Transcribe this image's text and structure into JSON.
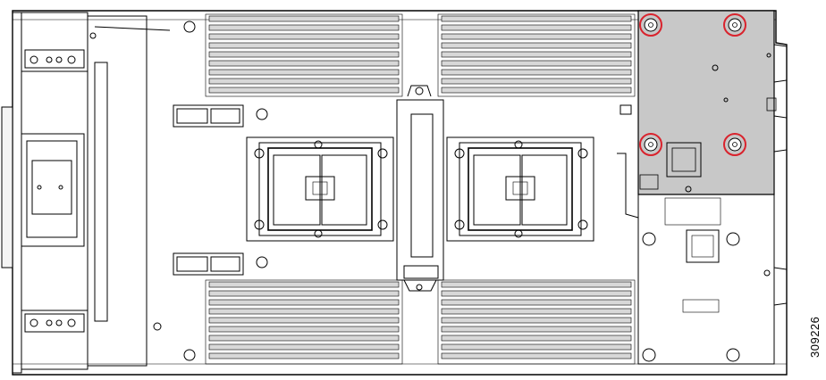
{
  "figure": {
    "id_label": "309226",
    "subject_icon": "server-node-motherboard-icon",
    "highlight_color": "#d9232d",
    "line_color": "#000000",
    "shaded_color": "#c8c8c8",
    "dimm_slot_color": "#d8d8d8",
    "cpu_sockets": 2,
    "dimm_banks": 4,
    "highlighted_screws": 4
  }
}
